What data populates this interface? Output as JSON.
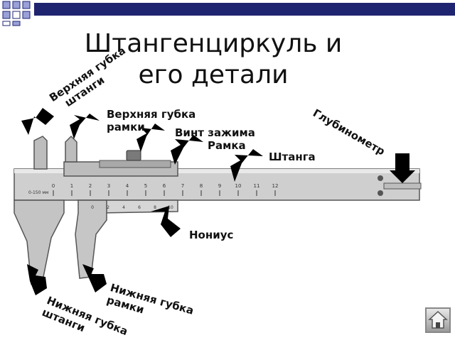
{
  "slide": {
    "title_line1": "Штангенциркуль и",
    "title_line2": "его детали"
  },
  "labels": {
    "upper_jaw_bar_1": "Верхняя губка",
    "upper_jaw_bar_2": "штанги",
    "upper_jaw_frame_1": "Верхняя губка",
    "upper_jaw_frame_2": "рамки",
    "clamp_screw": "Винт зажима",
    "frame": "Рамка",
    "bar": "Штанга",
    "depth_gauge": "Глубинометр",
    "vernier": "Нониус",
    "lower_jaw_frame_1": "Нижняя губка",
    "lower_jaw_frame_2": "рамки",
    "lower_jaw_bar_1": "Нижняя губка",
    "lower_jaw_bar_2": "штанги"
  },
  "caliper": {
    "main_scale": [
      "0",
      "1",
      "2",
      "3",
      "4",
      "5",
      "6",
      "7",
      "8",
      "9",
      "10",
      "11",
      "12"
    ],
    "vernier_scale": [
      "0",
      "2",
      "4",
      "6",
      "8",
      "10"
    ],
    "marking": "0-150 мм"
  },
  "colors": {
    "topbar_dark": "#1f2470",
    "arrow": "#000000"
  }
}
